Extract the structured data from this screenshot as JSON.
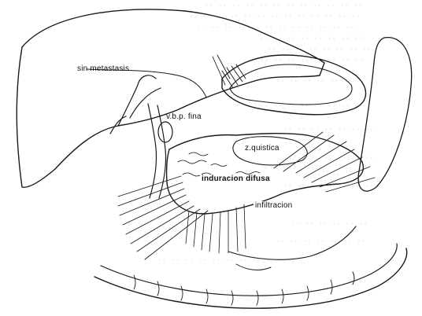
{
  "labels": {
    "sin_metastasis": "sin metastasis",
    "vbp_fina": "v.b.p. fina",
    "z_quistica": "z.quistica",
    "induracion_difusa": "induracion difusa",
    "infiltracion": "infiltracion"
  },
  "colors": {
    "ink": "#1a1a1a",
    "paper": "#ffffff",
    "bleed": "#bcbcbc"
  }
}
